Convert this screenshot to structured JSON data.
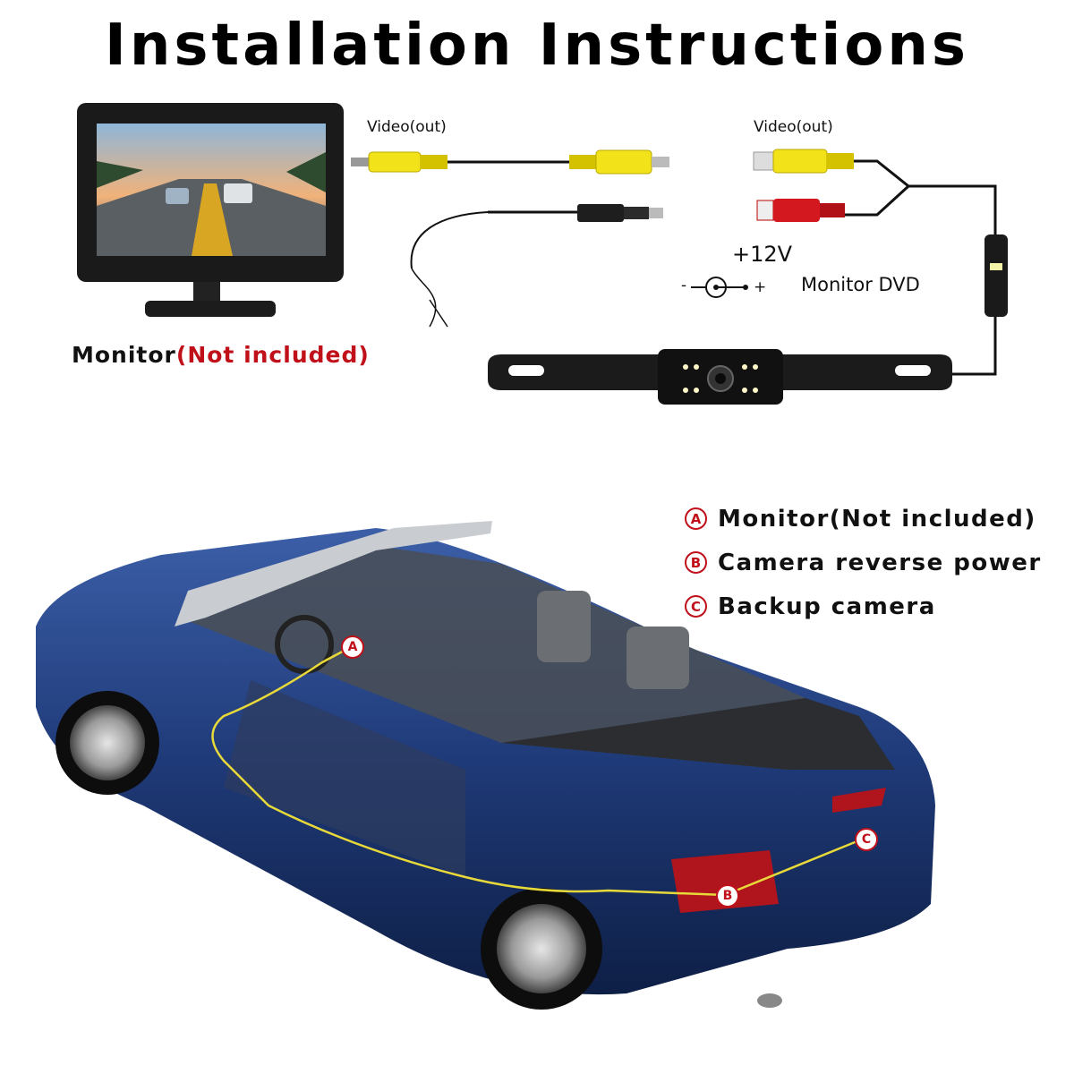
{
  "title": "Installation Instructions",
  "top": {
    "video_out_left": "Video(out)",
    "video_out_right": "Video(out)",
    "plus_12v": "+12V",
    "polarity_minus": "-",
    "polarity_plus": "+",
    "monitor_dvd": "Monitor DVD",
    "monitor_caption": "Monitor",
    "monitor_caption_note": "(Not included)"
  },
  "legend": [
    {
      "letter": "A",
      "label": "Monitor",
      "note": "(Not included)"
    },
    {
      "letter": "B",
      "label": "Camera reverse power",
      "note": ""
    },
    {
      "letter": "C",
      "label": "Backup camera",
      "note": ""
    }
  ],
  "markers": {
    "a": "A",
    "b": "B",
    "c": "C"
  },
  "colors": {
    "accent_red": "#c0101a",
    "rca_yellow": "#f2e21a",
    "rca_red": "#d41820",
    "car_blue": "#1f3a78",
    "wire_yellow": "#e8d93a"
  }
}
